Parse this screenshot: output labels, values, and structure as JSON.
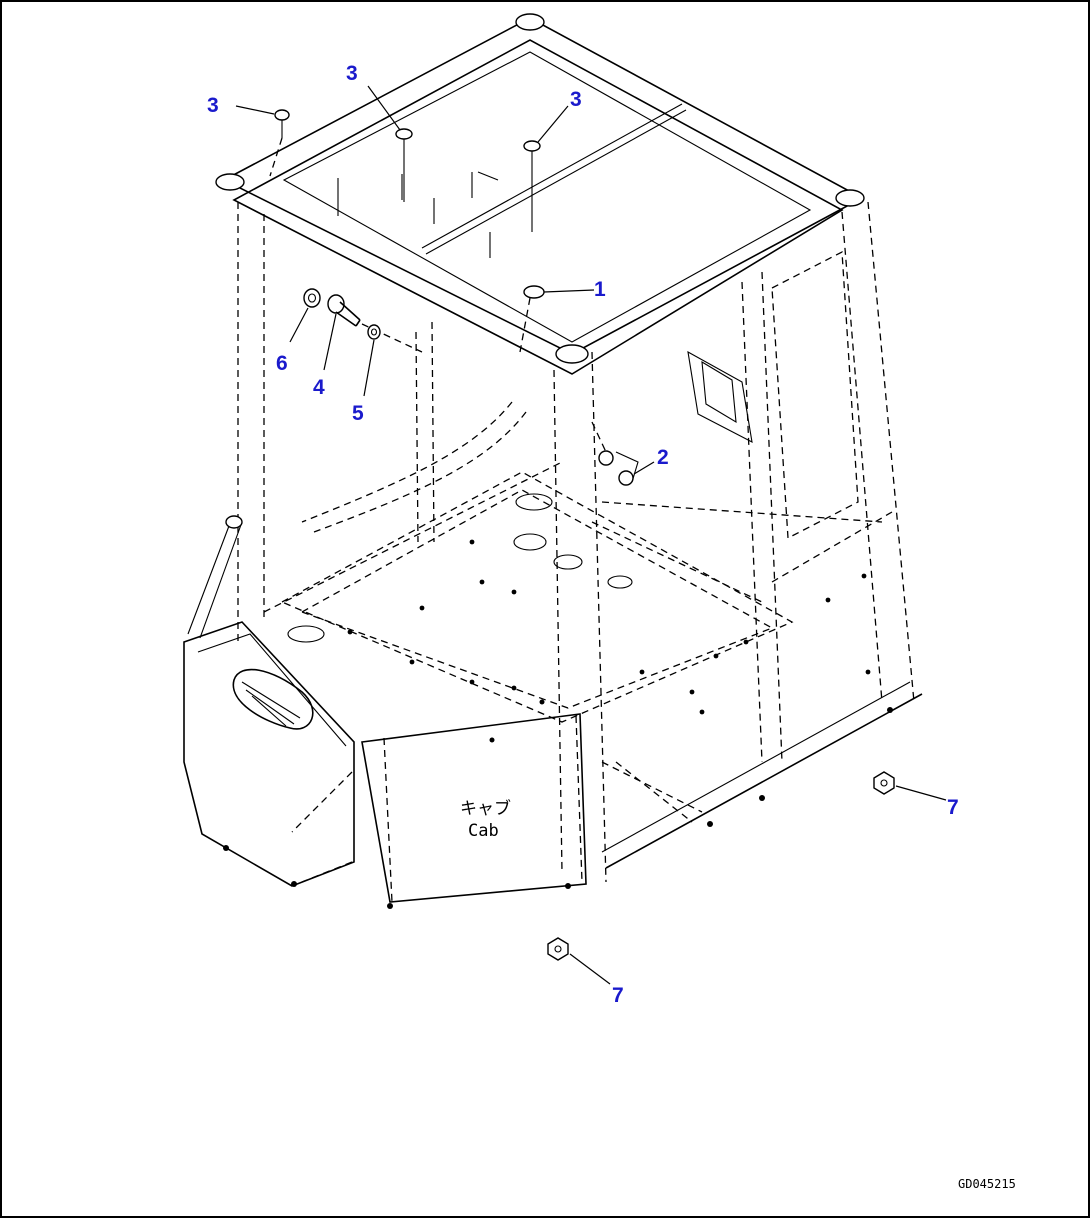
{
  "diagram": {
    "callouts": {
      "c1": "1",
      "c2": "2",
      "c3a": "3",
      "c3b": "3",
      "c3c": "3",
      "c4": "4",
      "c5": "5",
      "c6": "6",
      "c7a": "7",
      "c7b": "7"
    },
    "cab_label_jp": "キャブ",
    "cab_label_en": "Cab",
    "drawing_code": "GD045215"
  }
}
